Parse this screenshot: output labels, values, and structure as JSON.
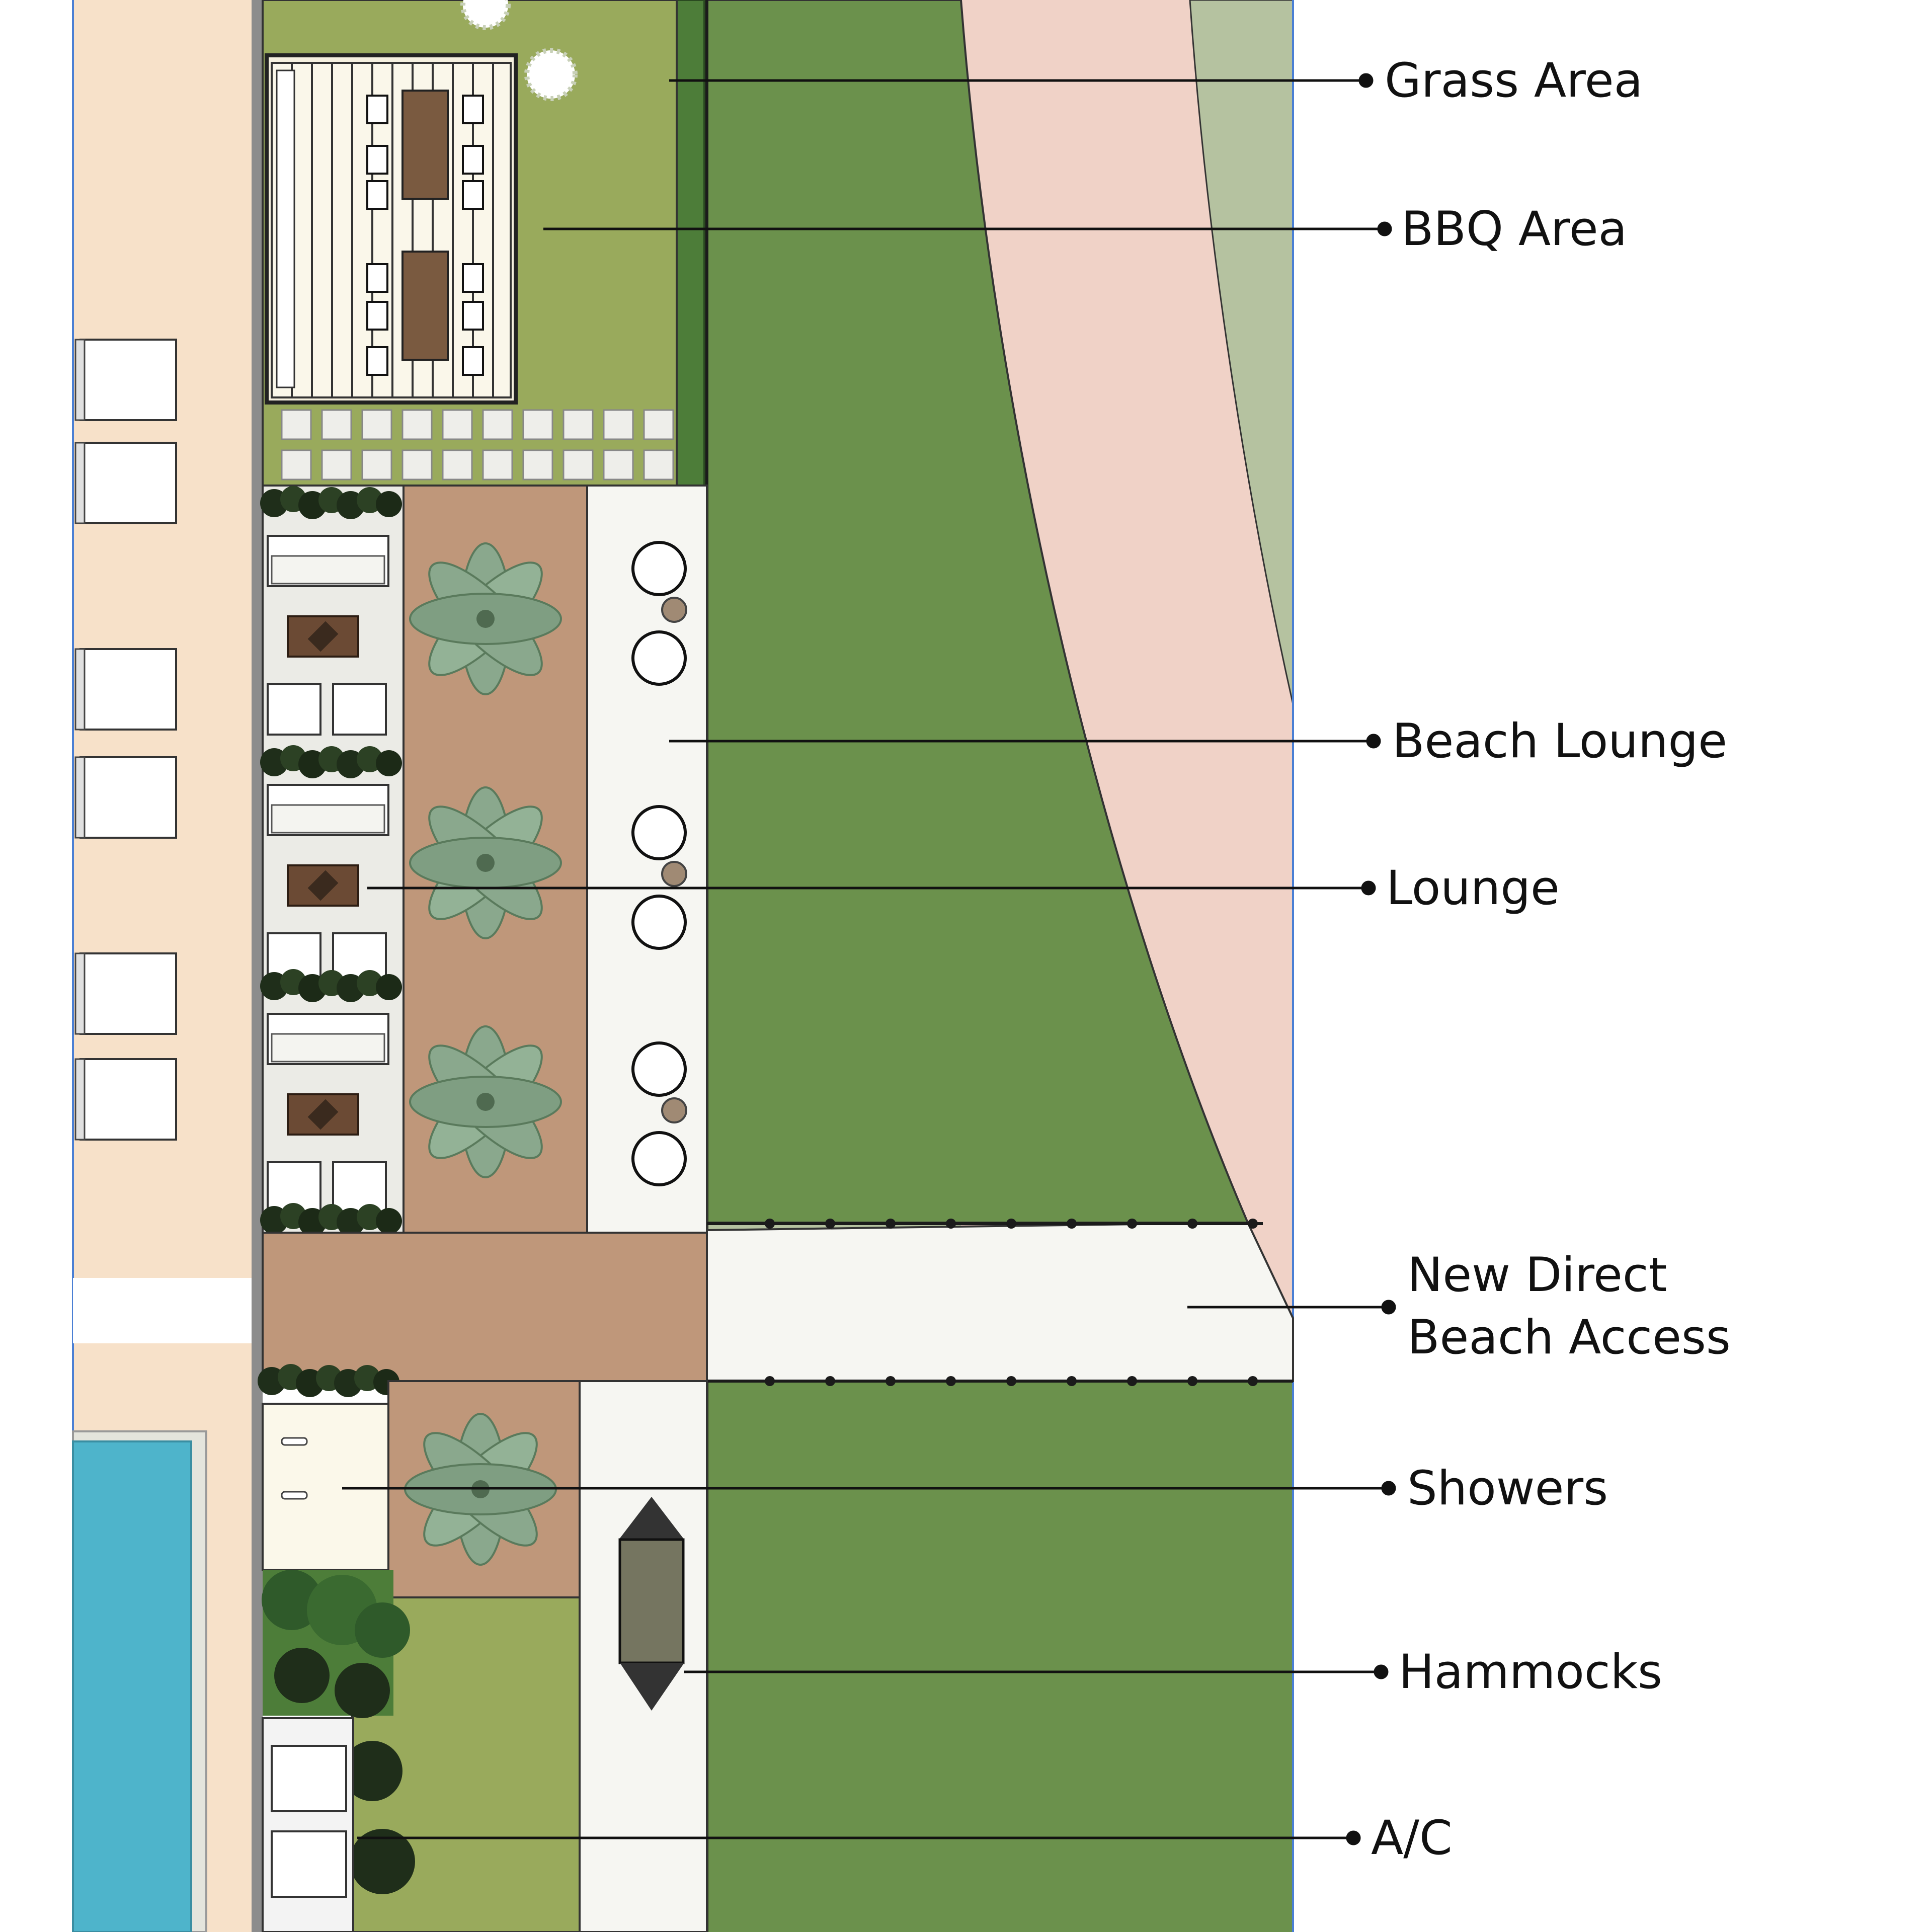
{
  "callouts": [
    {
      "id": "grass-area",
      "label": "Grass Area"
    },
    {
      "id": "bbq-area",
      "label": "BBQ Area"
    },
    {
      "id": "beach-lounge",
      "label": "Beach Lounge"
    },
    {
      "id": "lounge",
      "label": "Lounge"
    },
    {
      "id": "new-direct-beach-access",
      "label_line1": "New Direct",
      "label_line2": "Beach Access"
    },
    {
      "id": "showers",
      "label": "Showers"
    },
    {
      "id": "hammocks",
      "label": "Hammocks"
    },
    {
      "id": "ac",
      "label": "A/C"
    }
  ],
  "colors": {
    "deck": "#f7e1c9",
    "grass_light": "#99aa5c",
    "grass_dark": "#6b914c",
    "hedge": "#4d7d39",
    "dune_pink": "#f0d2c7",
    "sage": "#b5c2a0",
    "paver_brown": "#bf977a",
    "path_white": "#f6f6f2",
    "pool": "#4eb4cb",
    "pool_border": "#e4e4dc",
    "boundary_blue": "#4a7fd4",
    "wall_gray": "#8c8c8c"
  }
}
